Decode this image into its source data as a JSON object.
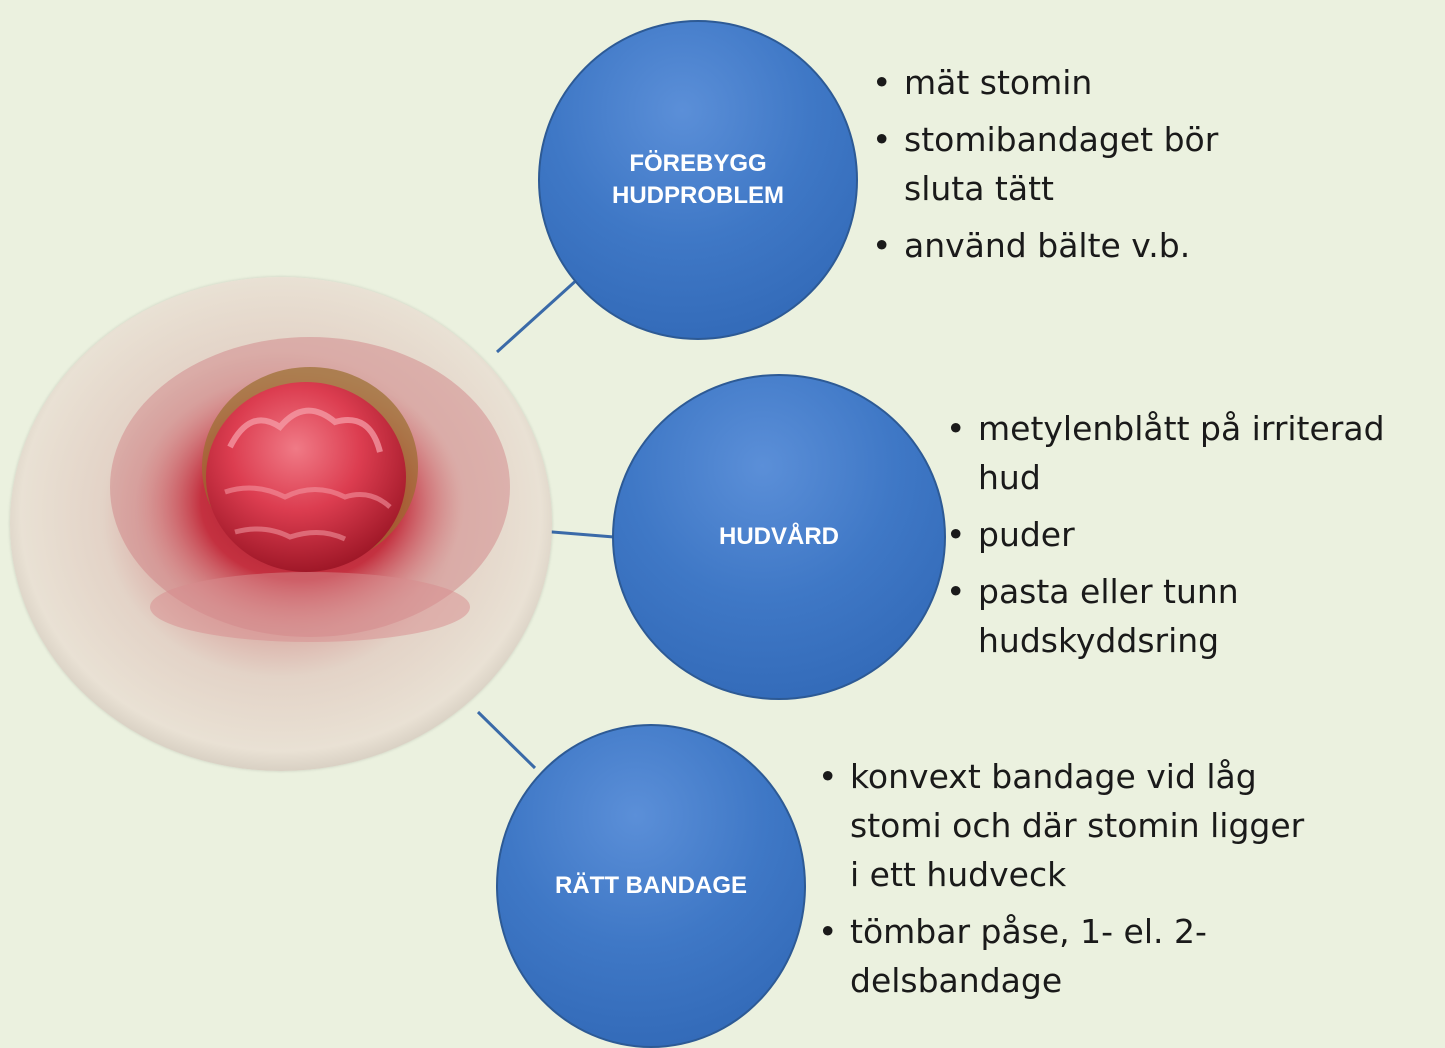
{
  "diagram": {
    "colors": {
      "background": "#ebf1df",
      "bubble_fill": "#3f78c6",
      "bubble_border": "#2d5a95",
      "connector": "#3a6aa8"
    },
    "photo": {
      "description_icon": "stoma-photo"
    },
    "nodes": [
      {
        "label": "FÖREBYGG\nHUDPROBLEM",
        "bullets": [
          "mät stomin",
          "stomibandaget bör sluta tätt",
          "använd bälte v.b."
        ]
      },
      {
        "label": "HUDVÅRD",
        "bullets": [
          "metylenblått på irriterad hud",
          "puder",
          "pasta eller tunn hudskyddsring"
        ]
      },
      {
        "label": "RÄTT BANDAGE",
        "bullets": [
          "konvext bandage vid låg stomi och där stomin ligger i ett hudveck",
          "tömbar påse, 1- el. 2-delsbandage"
        ]
      }
    ]
  }
}
